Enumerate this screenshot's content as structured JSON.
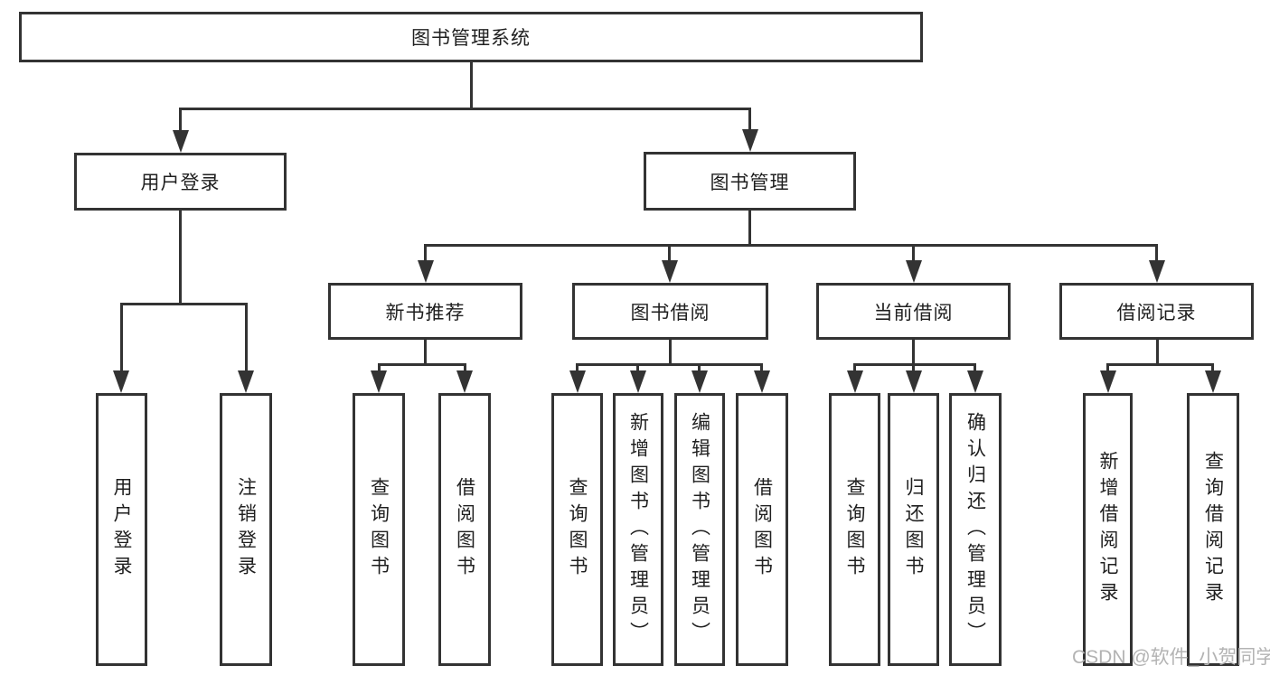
{
  "diagram_title": "图书管理系统",
  "nodes": {
    "root": "图书管理系统",
    "user_login": "用户登录",
    "book_mgmt": "图书管理",
    "new_book_rec": "新书推荐",
    "book_borrow": "图书借阅",
    "current_borrow": "当前借阅",
    "borrow_records": "借阅记录"
  },
  "leaves": {
    "ul1": "用户登录",
    "ul2": "注销登录",
    "nb1": "查询图书",
    "nb2": "借阅图书",
    "bb1": "查询图书",
    "bb2": "新增图书（管理员）",
    "bb3": "编辑图书（管理员）",
    "bb4": "借阅图书",
    "cb1": "查询图书",
    "cb2": "归还图书",
    "cb3": "确认归还（管理员）",
    "br1": "新增借阅记录",
    "br2": "查询借阅记录"
  },
  "hierarchy": [
    {
      "parent": "图书管理系统",
      "children": [
        "用户登录",
        "图书管理"
      ]
    },
    {
      "parent": "用户登录",
      "children": [
        "用户登录",
        "注销登录"
      ]
    },
    {
      "parent": "图书管理",
      "children": [
        "新书推荐",
        "图书借阅",
        "当前借阅",
        "借阅记录"
      ]
    },
    {
      "parent": "新书推荐",
      "children": [
        "查询图书",
        "借阅图书"
      ]
    },
    {
      "parent": "图书借阅",
      "children": [
        "查询图书",
        "新增图书（管理员）",
        "编辑图书（管理员）",
        "借阅图书"
      ]
    },
    {
      "parent": "当前借阅",
      "children": [
        "查询图书",
        "归还图书",
        "确认归还（管理员）"
      ]
    },
    {
      "parent": "借阅记录",
      "children": [
        "新增借阅记录",
        "查询借阅记录"
      ]
    }
  ],
  "watermark": "CSDN @软件_小贺同学",
  "colors": {
    "line": "#333333",
    "text": "#1f1f1f",
    "background": "#ffffff",
    "watermark": "#b3b3b3"
  }
}
